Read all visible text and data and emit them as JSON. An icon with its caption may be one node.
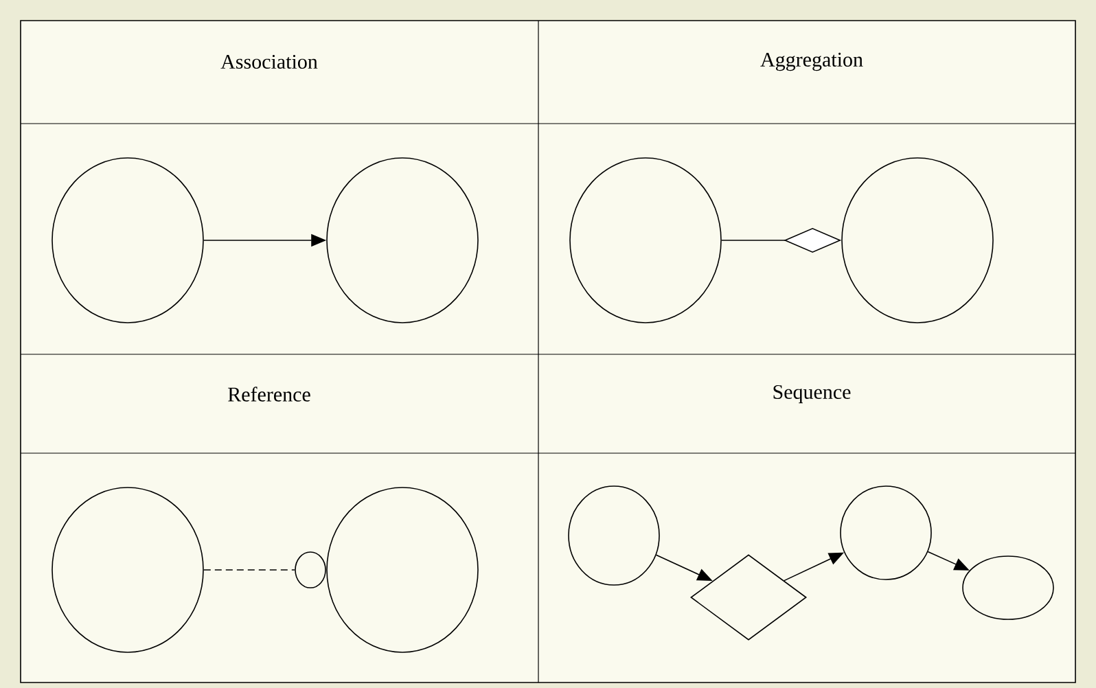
{
  "diagram": {
    "nodes": [
      {
        "text": [],
        "shape": "circle"
      },
      {
        "text": [],
        "shape": "circle"
      },
      {
        "text": [],
        "shape": "circle"
      },
      {
        "text": [],
        "shape": "circle"
      },
      {
        "text": [],
        "shape": "circle"
      },
      {
        "text": [],
        "shape": "circle"
      },
      {
        "text": [],
        "shape": "circle"
      },
      {
        "text": [],
        "shape": "circle"
      },
      {
        "text": [],
        "shape": "diamond"
      },
      {
        "text": [],
        "shape": "circle"
      },
      {
        "text": [],
        "shape": "circle"
      }
    ],
    "edges": [
      {
        "from": 0,
        "to": 1,
        "arrow": "to"
      },
      {
        "from": 2,
        "to": 3,
        "arrow": "other"
      },
      {
        "from": 4,
        "to": 6,
        "arrow": "none",
        "style": "dashed"
      },
      {
        "from": 7,
        "to": 8,
        "arrow": "to"
      },
      {
        "from": 8,
        "to": 9,
        "arrow": "to"
      },
      {
        "from": 9,
        "to": 10,
        "arrow": "to"
      }
    ],
    "labels": [
      "Association",
      "Aggregation",
      "Reference",
      "Sequence"
    ]
  }
}
